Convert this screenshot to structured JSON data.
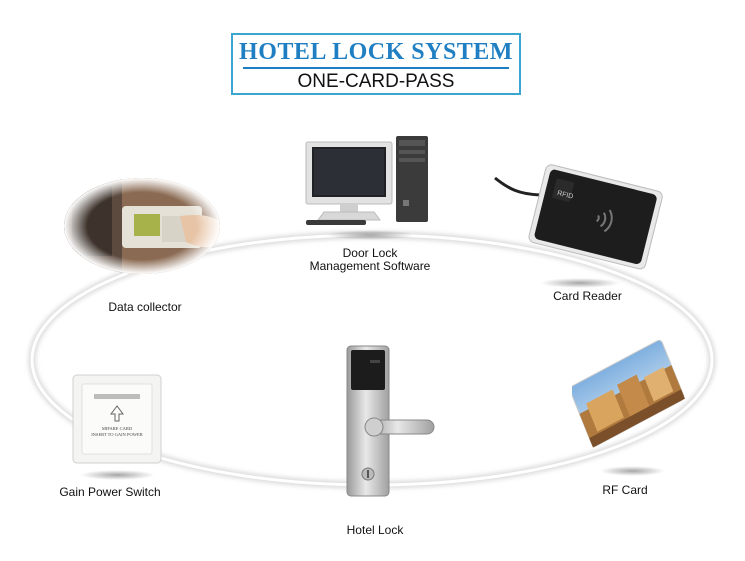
{
  "title": {
    "main": "HOTEL LOCK SYSTEM",
    "sub": "ONE-CARD-PASS"
  },
  "nodes": {
    "door_lock_software": {
      "line1": "Door Lock",
      "line2": "Management Software",
      "icon": "computer-icon"
    },
    "card_reader": {
      "label": "Card Reader",
      "icon": "card-reader-icon"
    },
    "data_collector": {
      "label": "Data collector",
      "icon": "data-collector-icon"
    },
    "gain_power_switch": {
      "label": "Gain Power Switch",
      "icon": "power-switch-icon",
      "slot_text_1": "MIFARE CARD",
      "slot_text_2": "INSERT TO GAIN POWER"
    },
    "hotel_lock": {
      "label": "Hotel Lock",
      "icon": "door-lock-icon"
    },
    "rf_card": {
      "label": "RF Card",
      "icon": "rf-card-icon"
    }
  },
  "colors": {
    "title_blue": "#1f7fc2",
    "frame_blue": "#3aa6cf"
  }
}
